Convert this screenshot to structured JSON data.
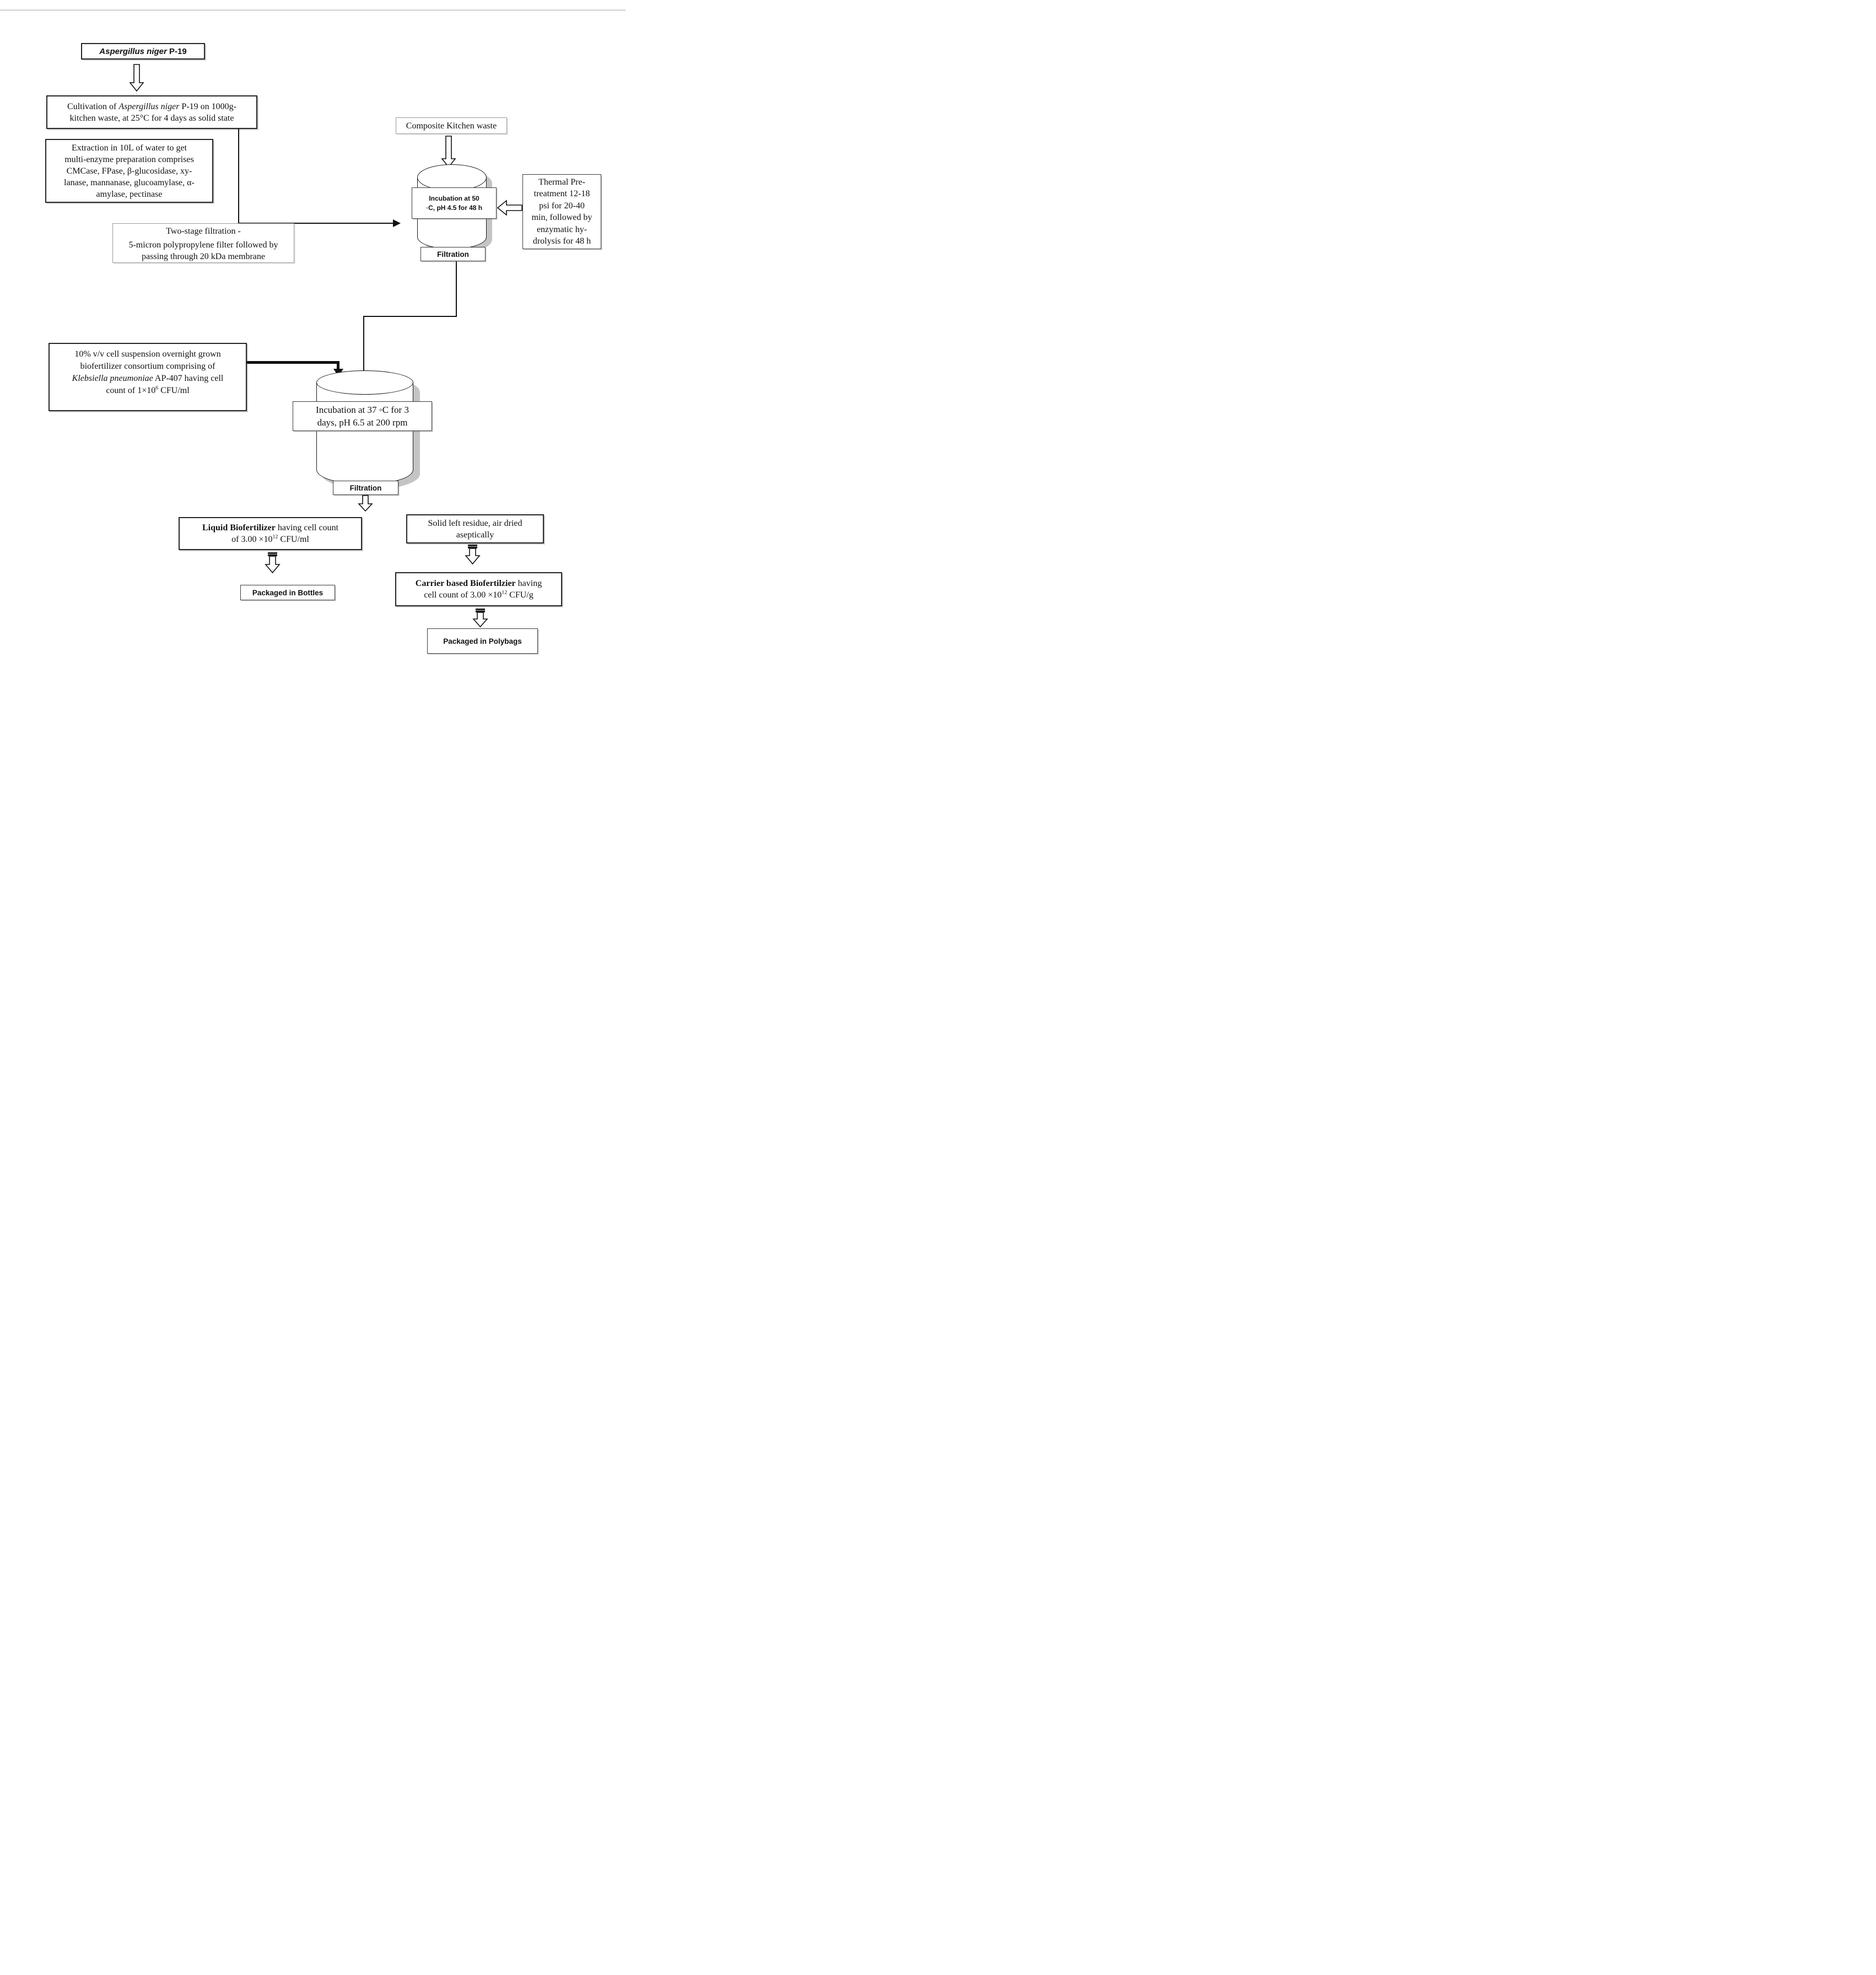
{
  "colors": {
    "ink": "#111111",
    "box_border": "#262626",
    "cylinder_shadow": "#c4c4c4",
    "top_rule": "#dcdcdc"
  },
  "boxes": {
    "niger": {
      "species": "Aspergillus niger",
      "strain": " P-19"
    },
    "cultivation": {
      "l1a": "Cultivation of ",
      "l1b": "Aspergillus niger",
      "l1c": " P-19 on 1000g-",
      "l2": "kitchen waste, at 25°C for 4 days as solid state"
    },
    "extraction": {
      "l1": "Extraction in 10L of water to get",
      "l2": "multi-enzyme preparation comprises",
      "l3": "CMCase, FPase, β-glucosidase, xy-",
      "l4": "lanase, mannanase, glucoamylase, α-",
      "l5": "amylase, pectinase"
    },
    "two_stage": {
      "l1": "Two-stage filtration -",
      "l2": "5-micron polypropylene filter followed by",
      "l3": "passing through 20 kDa membrane"
    },
    "composite": {
      "label": "Composite Kitchen waste"
    },
    "incubation1": {
      "l1": "Incubation at 50",
      "l2": "◦C, pH 4.5 for 48 h"
    },
    "thermal": {
      "l1": "Thermal Pre-",
      "l2": "treatment 12-18",
      "l3": "psi for 20-40",
      "l4": "min, followed by",
      "l5": "enzymatic hy-",
      "l6": "drolysis for 48 h"
    },
    "filtration1": {
      "label": "Filtration"
    },
    "suspension": {
      "l1": "10% v/v cell suspension overnight grown",
      "l2": "biofertilizer consortium comprising of",
      "l3i": "Klebsiella pneumoniae",
      "l3b": " AP-407 having cell",
      "l4a": "count of 1×10",
      "l4sup": "6",
      "l4b": " CFU/ml"
    },
    "incubation2": {
      "l1": "Incubation at 37 ◦C for 3",
      "l2": "days, pH 6.5 at 200 rpm"
    },
    "filtration2": {
      "label": "Filtration"
    },
    "liquid": {
      "l1b": "Liquid Biofertilizer",
      "l1": " having cell count",
      "l2a": "of 3.00 ×10",
      "l2sup": "12",
      "l2b": " CFU/ml"
    },
    "bottles": {
      "label": "Packaged in Bottles"
    },
    "solid": {
      "l1": "Solid left residue, air dried",
      "l2": "aseptically"
    },
    "carrier": {
      "l1b": "Carrier based Biofertilzier",
      "l1": " having",
      "l2a": "cell count of 3.00 ×10",
      "l2sup": "12",
      "l2b": " CFU/g"
    },
    "polybags": {
      "label": "Packaged in Polybags"
    }
  }
}
